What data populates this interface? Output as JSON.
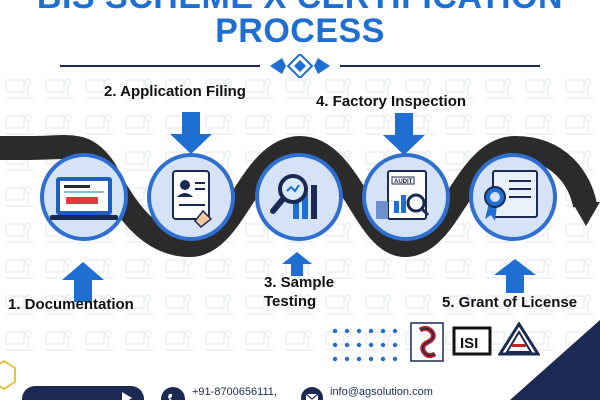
{
  "title": {
    "line1": "BIS SCHEME X CERTIFICATION",
    "line2": "PROCESS"
  },
  "steps": [
    {
      "label": "1. Documentation",
      "icon": "application-success-laptop-icon"
    },
    {
      "label": "2. Application Filing",
      "icon": "profile-form-clipboard-icon"
    },
    {
      "label": "3. Sample Testing",
      "icon": "magnifier-analytics-icon"
    },
    {
      "label": "4. Factory Inspection",
      "icon": "audit-report-icon"
    },
    {
      "label": "5. Grant of License",
      "icon": "certificate-ribbon-icon"
    }
  ],
  "step3_lines": [
    "3. Sample",
    "Testing"
  ],
  "logos": [
    "bis-logo",
    "isi-mark-logo",
    "standard-mark-logo"
  ],
  "footer": {
    "phone": "+91-8700656111,",
    "email": "info@agsolution.com"
  },
  "colors": {
    "title": "#1e6fd1",
    "arrow": "#1e6fd1",
    "wave": "#2b2b2b",
    "circle_fill": "#d6e3f7",
    "circle_border": "#2f6fd0",
    "navy": "#1b2a52"
  }
}
